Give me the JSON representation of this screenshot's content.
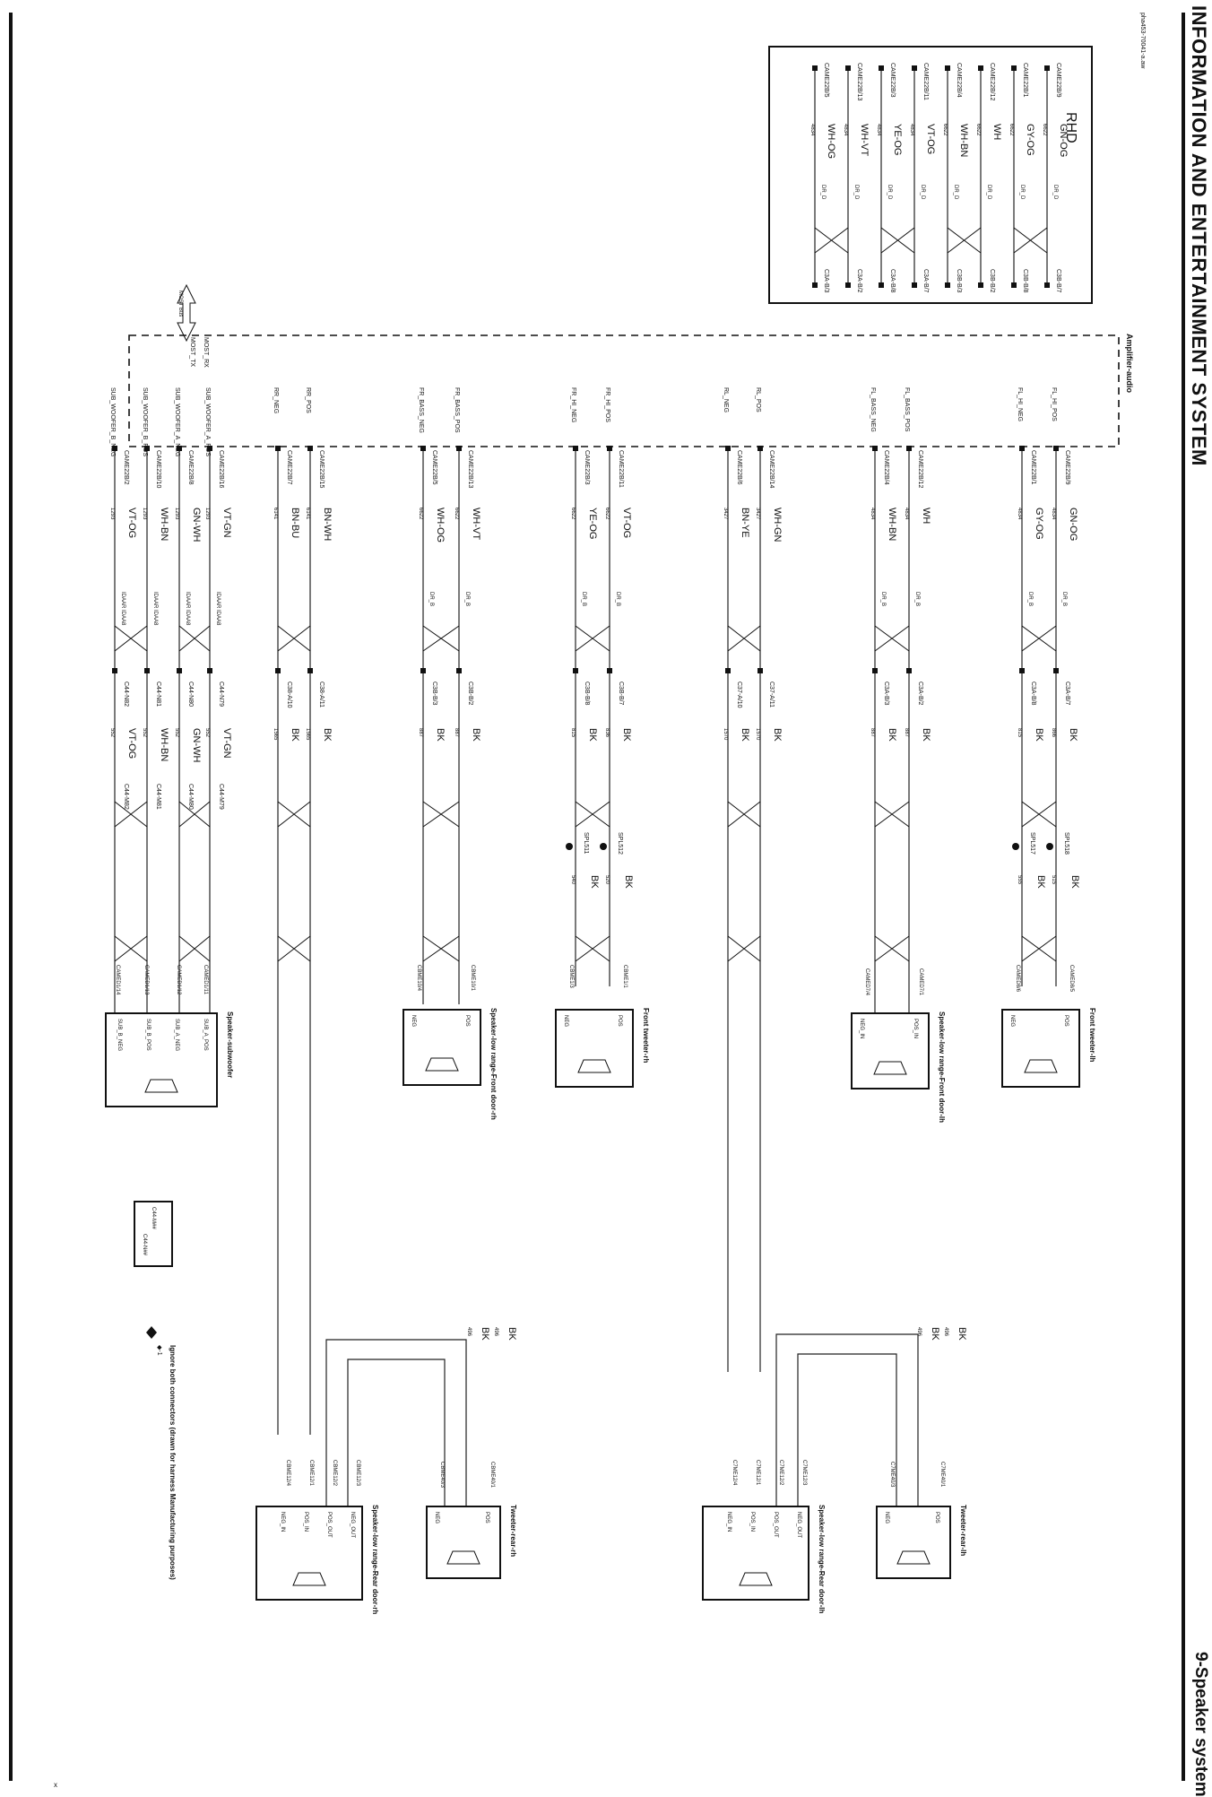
{
  "page": {
    "title": "INFORMATION AND ENTERTAINMENT SYSTEM",
    "section": "9-Speaker system",
    "doc_id": "pha453-70041-a.aw",
    "stray_mark": "x"
  },
  "rhd_table": {
    "title": "RHD",
    "rows": [
      {
        "left": "CAME22B/9",
        "color": "GN-OG",
        "circuit": "6622",
        "spec": "DR_D",
        "right": "C3B-B/7"
      },
      {
        "left": "CAME22B/1",
        "color": "GY-OG",
        "circuit": "6622",
        "spec": "DR_D",
        "right": "C3B-B/8"
      },
      {
        "left": "CAME22B/12",
        "color": "WH",
        "circuit": "6622",
        "spec": "DR_D",
        "right": "C3B-B/2"
      },
      {
        "left": "CAME22B/4",
        "color": "WH-BN",
        "circuit": "6622",
        "spec": "DR_D",
        "right": "C3B-B/3"
      },
      {
        "left": "CAME22B/11",
        "color": "VT-OG",
        "circuit": "4834",
        "spec": "DR_D",
        "right": "C3A-B/7"
      },
      {
        "left": "CAME22B/3",
        "color": "YE-OG",
        "circuit": "4834",
        "spec": "DR_D",
        "right": "C3A-B/8"
      },
      {
        "left": "CAME22B/13",
        "color": "WH-VT",
        "circuit": "4834",
        "spec": "DR_D",
        "right": "C3A-B/2"
      },
      {
        "left": "CAME22B/5",
        "color": "WH-OG",
        "circuit": "4834",
        "spec": "DR_D",
        "right": "C3A-B/3"
      }
    ]
  },
  "amplifier": {
    "label": "Amplifier-audio",
    "most_bus": "MOST Bus",
    "most_rx": "MOST_RX",
    "most_tx": "MOST_TX"
  },
  "circuits": [
    {
      "signal": "FL_HI_POS",
      "connector": "CAME22B/9",
      "color": "GN-OG",
      "circuit": "4834",
      "spec": "DR_B",
      "inline": "C3A-B/7",
      "ground": "BK",
      "gnd_circuit": "866",
      "splice": "SPL518",
      "splice_wire": "BK",
      "splice_circuit": "515"
    },
    {
      "signal": "FL_HI_NEG",
      "connector": "CAME22B/1",
      "color": "GY-OG",
      "circuit": "4834",
      "spec": "DR_B",
      "inline": "C3A-B/8",
      "ground": "BK",
      "gnd_circuit": "815",
      "splice": "SPL517",
      "splice_wire": "BK",
      "splice_circuit": "555"
    },
    {
      "signal": "FL_BASS_POS",
      "connector": "CAME22B/12",
      "color": "WH",
      "circuit": "4834",
      "spec": "DR_B",
      "inline": "C3A-B/2",
      "ground": "BK",
      "gnd_circuit": "887"
    },
    {
      "signal": "FL_BASS_NEG",
      "connector": "CAME22B/4",
      "color": "WH-BN",
      "circuit": "4834",
      "spec": "DR_B",
      "inline": "C3A-B/3",
      "ground": "BK",
      "gnd_circuit": "887"
    },
    {
      "signal": "RL_POS",
      "connector": "CAME22B/14",
      "color": "WH-GN",
      "circuit": "3427",
      "spec": "",
      "inline": "C37-A/11",
      "ground": "BK",
      "gnd_circuit": "1570"
    },
    {
      "signal": "RL_NEG",
      "connector": "CAME22B/6",
      "color": "BN-YE",
      "circuit": "3427",
      "spec": "",
      "inline": "C37-A/10",
      "ground": "BK",
      "gnd_circuit": "1570"
    },
    {
      "signal": "FR_HI_POS",
      "connector": "CAME22B/11",
      "color": "VT-OG",
      "circuit": "6622",
      "spec": "DR_B",
      "inline": "C3B-B/7",
      "ground": "BK",
      "gnd_circuit": "836",
      "splice": "SPL512",
      "splice_wire": "BK",
      "splice_circuit": "520"
    },
    {
      "signal": "FR_HI_NEG",
      "connector": "CAME22B/3",
      "color": "YE-OG",
      "circuit": "6622",
      "spec": "DR_B",
      "inline": "C3B-B/8",
      "ground": "BK",
      "gnd_circuit": "815",
      "splice": "SPL511",
      "splice_wire": "BK",
      "splice_circuit": "540"
    },
    {
      "signal": "FR_BASS_POS",
      "connector": "CAME22B/13",
      "color": "WH-VT",
      "circuit": "6622",
      "spec": "DR_B",
      "inline": "C3B-B/2",
      "ground": "BK",
      "gnd_circuit": "887"
    },
    {
      "signal": "FR_BASS_NEG",
      "connector": "CAME22B/5",
      "color": "WH-OG",
      "circuit": "6622",
      "spec": "DR_B",
      "inline": "C3B-B/3",
      "ground": "BK",
      "gnd_circuit": "887"
    },
    {
      "signal": "RR_POS",
      "connector": "CAME22B/15",
      "color": "BN-WH",
      "circuit": "6141",
      "spec": "",
      "inline": "C38-A/11",
      "ground": "BK",
      "gnd_circuit": "1565"
    },
    {
      "signal": "RR_NEG",
      "connector": "CAME22B/7",
      "color": "BN-BU",
      "circuit": "6141",
      "spec": "",
      "inline": "C38-A/10",
      "ground": "BK",
      "gnd_circuit": "1565"
    },
    {
      "signal": "SUB_WOOFER_A_POS",
      "connector": "CAME22B/16",
      "color": "VT-GN",
      "circuit": "1293",
      "spec": "IDAAR IDAA8",
      "inline": "C44-N79",
      "inline2": "C44-M79",
      "ground": "VT-GN",
      "gnd_circuit": "552"
    },
    {
      "signal": "SUB_WOOFER_A_NEG",
      "connector": "CAME22B/8",
      "color": "GN-WH",
      "circuit": "1293",
      "spec": "IDAAR IDAA8",
      "inline": "C44-N80",
      "inline2": "C44-M80",
      "ground": "GN-WH",
      "gnd_circuit": "552"
    },
    {
      "signal": "SUB_WOOFER_B_POS",
      "connector": "CAME22B/10",
      "color": "WH-BN",
      "circuit": "1293",
      "spec": "IDAAR IDAA8",
      "inline": "C44-N81",
      "inline2": "C44-M81",
      "ground": "WH-BN",
      "gnd_circuit": "552"
    },
    {
      "signal": "SUB_WOOFER_B_NEG",
      "connector": "CAME22B/2",
      "color": "VT-OG",
      "circuit": "1293",
      "spec": "IDAAR IDAA8",
      "inline": "C44-N82",
      "inline2": "C44-M82",
      "ground": "VT-OG",
      "gnd_circuit": "552"
    }
  ],
  "components": [
    {
      "name": "Front tweeter-lh",
      "conn_pos": "CAMED8/5",
      "conn_neg": "CAMED8/6",
      "pin_pos": "POS",
      "pin_neg": "NEG"
    },
    {
      "name": "Speaker-low range-Front door-lh",
      "conn_pos": "CAMED7/1",
      "conn_neg": "CAMED7/4",
      "pin_pos": "POS_IN",
      "pin_neg": "NEG_IN"
    },
    {
      "name": "Front tweeter-rh",
      "conn_pos": "CBME1/1",
      "conn_neg": "CBME1/3",
      "pin_pos": "POS",
      "pin_neg": "NEG"
    },
    {
      "name": "Speaker-low range-Front door-rh",
      "conn_pos": "CBME10/1",
      "conn_neg": "CBME10/4",
      "pin_pos": "POS",
      "pin_neg": "NEG"
    },
    {
      "name": "Speaker-subwoofer",
      "conn_a_pos": "CAMED1/11",
      "conn_a_neg": "CAMED1/12",
      "conn_b_pos": "CAMED1/13",
      "conn_b_neg": "CAMED1/14",
      "pins": [
        "SUB_A_POS",
        "SUB_A_NEG",
        "SUB_B_POS",
        "SUB_B_NEG"
      ]
    },
    {
      "name": "Tweeter-rear-lh",
      "conn_pos": "C7ME40/1",
      "conn_neg": "C7ME40/3",
      "pin_pos": "POS",
      "pin_neg": "NEG",
      "wires": [
        {
          "color": "BK",
          "circuit": "496"
        },
        {
          "color": "BK",
          "circuit": "496"
        }
      ]
    },
    {
      "name": "Speaker-low range-Rear door-lh",
      "pins": [
        {
          "conn": "C7ME12/3",
          "pin": "NEG_OUT"
        },
        {
          "conn": "C7ME12/2",
          "pin": "POS_OUT"
        },
        {
          "conn": "C7ME12/1",
          "pin": "POS_IN"
        },
        {
          "conn": "C7ME12/4",
          "pin": "NEG_IN"
        }
      ]
    },
    {
      "name": "Tweeter-rear-rh",
      "conn_pos": "CBME40/1",
      "conn_neg": "CBME40/3",
      "pin_pos": "POS",
      "pin_neg": "NEG",
      "wires": [
        {
          "color": "BK",
          "circuit": "496"
        },
        {
          "color": "BK",
          "circuit": "496"
        }
      ]
    },
    {
      "name": "Speaker-low range-Rear door-rh",
      "pins": [
        {
          "conn": "CBME12/3",
          "pin": "NEG_OUT"
        },
        {
          "conn": "CBME12/2",
          "pin": "POS_OUT"
        },
        {
          "conn": "CBME12/1",
          "pin": "POS_IN"
        },
        {
          "conn": "CBME12/4",
          "pin": "NEG_IN"
        }
      ]
    }
  ],
  "legend": {
    "connector_a": "C44-M##",
    "connector_b": "C44-N##",
    "note_symbol": "◆-1",
    "note": "Ignore both connectors (drawn for harness Manufacturing purposes)"
  }
}
